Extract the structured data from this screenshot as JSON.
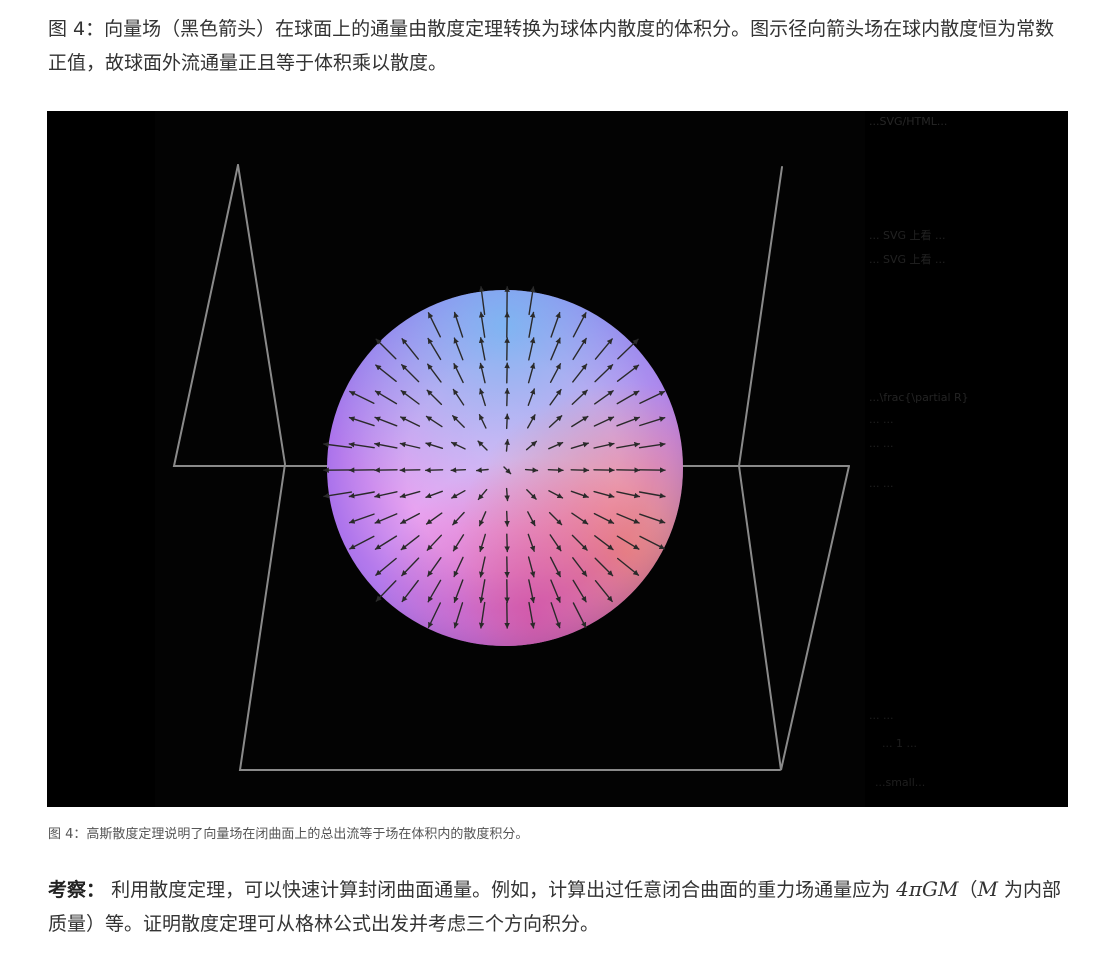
{
  "intro": {
    "text": "图 4：向量场（黑色箭头）在球面上的通量由散度定理转换为球体内散度的体积分。图示径向箭头场在球内散度恒为常数正值，故球面外流通量正且等于体积乘以散度。"
  },
  "figure": {
    "background_color": "#000000",
    "panel_color": "#030303",
    "frame_line_color": "#8a8a8a",
    "arrow_color": "#2a2a2a",
    "sphere_colors": {
      "top": "#79b8f0",
      "center": "#f0aaf2",
      "left": "#8d62ea",
      "bottom": "#d04fa4",
      "right": "#f19062"
    },
    "overlay_fragments": [
      "...SVG/HTML...",
      "... SVG 上看 ...",
      "...\\frac{\\partial R}",
      "...    ...",
      "...   ...",
      "...  ...",
      "... 1 ...",
      "...small..."
    ]
  },
  "caption": {
    "text": "图 4：高斯散度定理说明了向量场在闭曲面上的总出流等于场在体积内的散度积分。"
  },
  "note": {
    "label": "考察：",
    "sentence_1": "利用散度定理，可以快速计算封闭曲面通量。例如，计算出过任意闭合曲面的重力场通量应为 ",
    "formula_1": "4πGM",
    "sentence_2": "（",
    "formula_2": "M",
    "sentence_3": " 为内部质量）等。证明散度定理可从格林公式出发并考虑三个方向积分。"
  }
}
